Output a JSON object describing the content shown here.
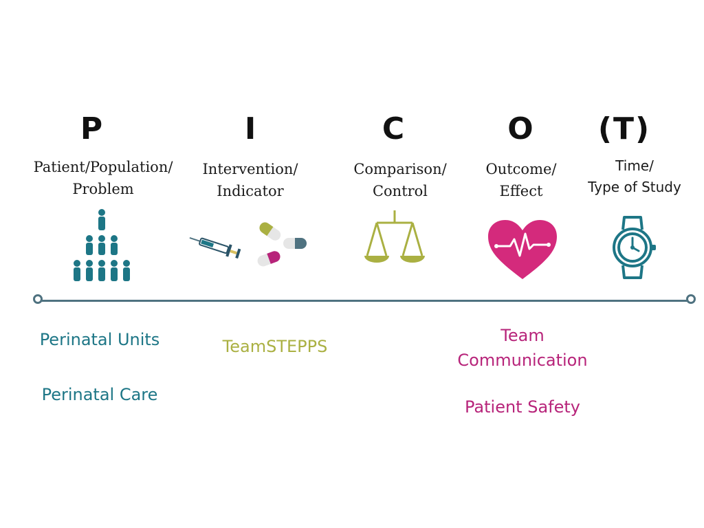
{
  "columns": [
    {
      "letter": "P",
      "label_lines": [
        "Patient/Population/",
        "Problem"
      ],
      "icon": "people-pyramid-icon",
      "items": [
        "Perinatal Units",
        "Perinatal Care"
      ],
      "item_color": "#1d7686"
    },
    {
      "letter": "I",
      "label_lines": [
        "Intervention/",
        "Indicator"
      ],
      "icon": "syringe-and-pills-icon",
      "items": [
        "TeamSTEPPS"
      ],
      "item_color": "#aab042"
    },
    {
      "letter": "C",
      "label_lines": [
        "Comparison/",
        "Control"
      ],
      "icon": "balance-scale-icon",
      "items": [],
      "item_color": "#aab042"
    },
    {
      "letter": "O",
      "label_lines": [
        "Outcome/",
        "Effect"
      ],
      "icon": "heartbeat-heart-icon",
      "items": [
        "Team Communication",
        "Patient Safety"
      ],
      "item_color": "#b7247a"
    },
    {
      "letter": "(T)",
      "label_lines": [
        "Time/",
        "Type of Study"
      ],
      "icon": "wristwatch-icon",
      "items": [],
      "item_color": "#1d7686"
    }
  ],
  "team_communication_lines": [
    "Team",
    "Communication"
  ],
  "colors": {
    "teal": "#1d7686",
    "olive": "#aab042",
    "magenta": "#b7247a",
    "line": "#4f7280"
  }
}
